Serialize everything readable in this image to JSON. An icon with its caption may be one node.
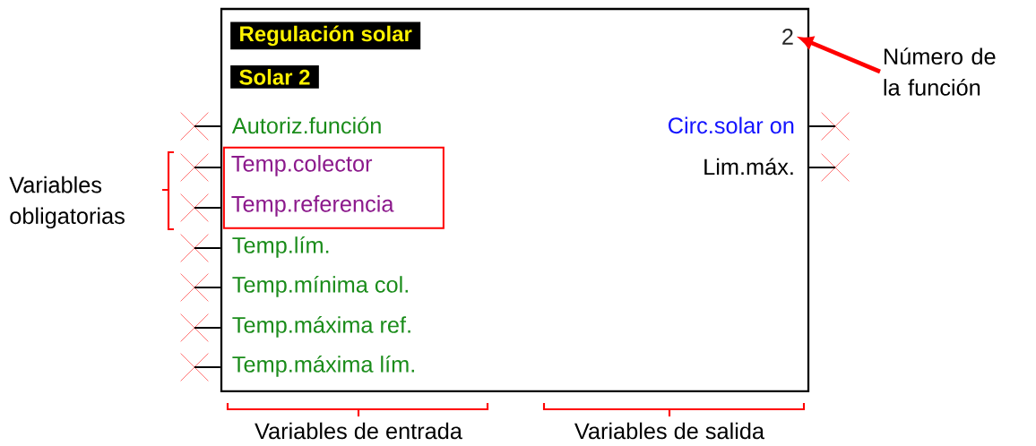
{
  "diagram": {
    "nodes": [
      {
        "text": [],
        "shape": "box"
      },
      {
        "text": [
          "Regulación solar"
        ],
        "in": 0
      },
      {
        "text": [
          "2"
        ],
        "in": 0
      },
      {
        "text": [
          "Número de la función"
        ]
      },
      {
        "text": [
          "Solar 2"
        ],
        "in": 0
      },
      {
        "text": [
          "Autoriz.función"
        ],
        "in": 0
      },
      {
        "text": [
          "Circ.solar on"
        ],
        "in": 0
      },
      {
        "text": [
          "Lim.máx."
        ],
        "in": 0
      },
      {
        "text": [],
        "shape": "box",
        "in": 0
      },
      {
        "text": [
          "Temp.colector"
        ],
        "in": 8
      },
      {
        "text": [
          "Temp.referencia"
        ],
        "in": 8
      },
      {
        "text": [
          "Temp.lím."
        ],
        "in": 0
      },
      {
        "text": [
          "Temp.mínima col."
        ],
        "in": 0
      },
      {
        "text": [
          "Temp.máxima ref."
        ],
        "in": 0
      },
      {
        "text": [
          "Temp.máxima lím."
        ],
        "in": 0
      },
      {
        "text": [],
        "shape": "cross"
      },
      {
        "text": [],
        "shape": "cross"
      },
      {
        "text": [],
        "shape": "cross"
      },
      {
        "text": [],
        "shape": "cross"
      },
      {
        "text": [],
        "shape": "cross"
      },
      {
        "text": [],
        "shape": "cross"
      },
      {
        "text": [],
        "shape": "cross"
      },
      {
        "text": [],
        "shape": "cross"
      },
      {
        "text": [],
        "shape": "cross"
      }
    ],
    "edges": [
      {
        "from": 3,
        "to": 2,
        "arrow": "to",
        "style": "thick",
        "color": "#ff0000"
      },
      {
        "from": 15,
        "to": 0,
        "arrow": "none"
      },
      {
        "from": 16,
        "to": 0,
        "arrow": "none"
      },
      {
        "from": 17,
        "to": 0,
        "arrow": "none"
      },
      {
        "from": 18,
        "to": 0,
        "arrow": "none"
      },
      {
        "from": 19,
        "to": 0,
        "arrow": "none"
      },
      {
        "from": 20,
        "to": 0,
        "arrow": "none"
      },
      {
        "from": 21,
        "to": 0,
        "arrow": "none"
      },
      {
        "from": 22,
        "to": 0,
        "arrow": "none"
      },
      {
        "from": 23,
        "to": 0,
        "arrow": "none"
      }
    ],
    "labels": [
      "Variables obligatorias",
      "Variables de entrada",
      "Variables de salida"
    ]
  }
}
